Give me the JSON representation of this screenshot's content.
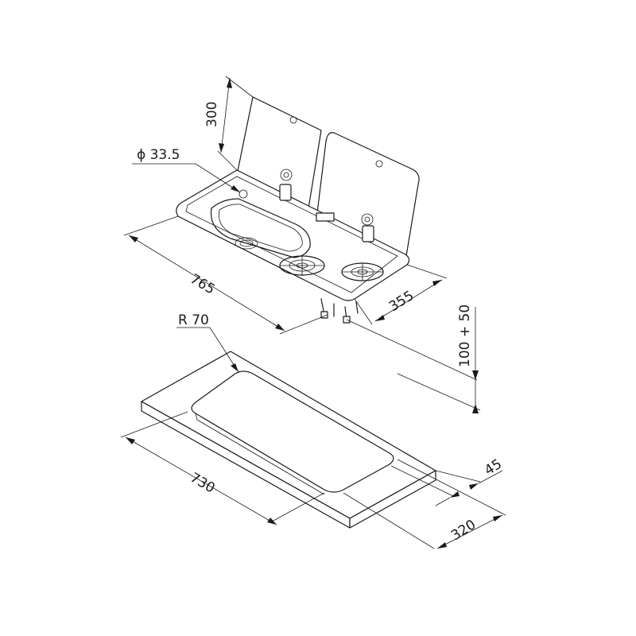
{
  "dimensions": {
    "hole_diameter": "ϕ 33.5",
    "lid_height": "300",
    "length": "765",
    "depth": "355",
    "clearance": "100 + 50",
    "corner_radius": "R 70",
    "cutout_length": "730",
    "cutout_width": "320",
    "board_edge": "45"
  }
}
